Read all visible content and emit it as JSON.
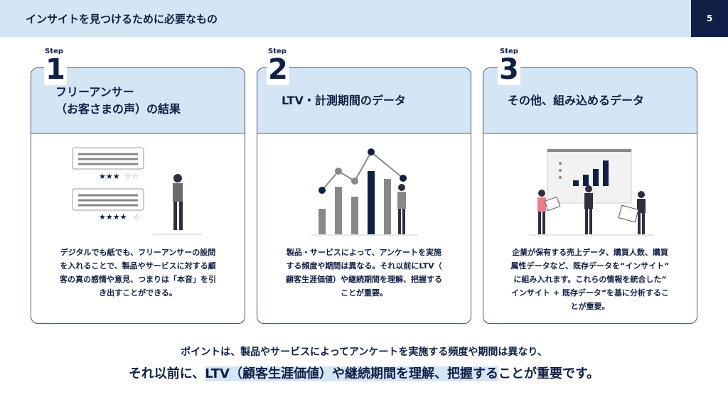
{
  "header": {
    "title": "インサイトを見つけるために必要なもの",
    "page_number": "5"
  },
  "steps": [
    {
      "step_label": "Step",
      "number": "1",
      "title": "フリーアンサー\n（お客さまの声）の結果",
      "body": "デジタルでも紙でも、フリーアンサーの設問\nを入れることで、製品やサービスに対する顧\n客の真の感情や意見、つまりは「本音」を引\nき出すことができる。"
    },
    {
      "step_label": "Step",
      "number": "2",
      "title": "LTV・計測期間のデータ",
      "body": "製品・サービスによって、アンケートを実施\nする頻度や期間は異なる。それ以前にLTV（\n顧客生涯価値）や継続期間を理解、把握する\nことが重要。"
    },
    {
      "step_label": "Step",
      "number": "3",
      "title": "その他、組み込めるデータ",
      "body": "企業が保有する売上データ、購買人数、購買\n属性データなど、既存データを“インサイト“\nに組み入れます。これらの情報を統合した“\nインサイト + 既存データ“を基に分析するこ\nとが重要。"
    }
  ],
  "footer": {
    "line1": "ポイントは、製品やサービスによってアンケートを実施する頻度や期間は異なり、",
    "line2_pre": "それ以前に、",
    "line2_highlight": "LTV（顧客生涯価値）や継続期間を理解、把握する",
    "line2_post": "ことが重要です。"
  },
  "colors": {
    "navy": "#0f1f45",
    "light_blue": "#d4e6f5"
  }
}
